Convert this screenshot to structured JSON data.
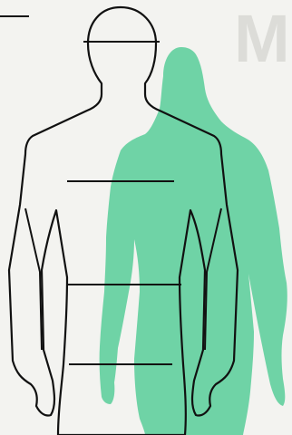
{
  "background_letter": "M",
  "colors": {
    "background": "#f3f3f0",
    "female_silhouette": "#6fd3a6",
    "outline": "#111111"
  },
  "figures": {
    "female": "female-silhouette",
    "male": "male-outline"
  },
  "measurement_lines": [
    "head",
    "chest",
    "waist",
    "hips"
  ]
}
